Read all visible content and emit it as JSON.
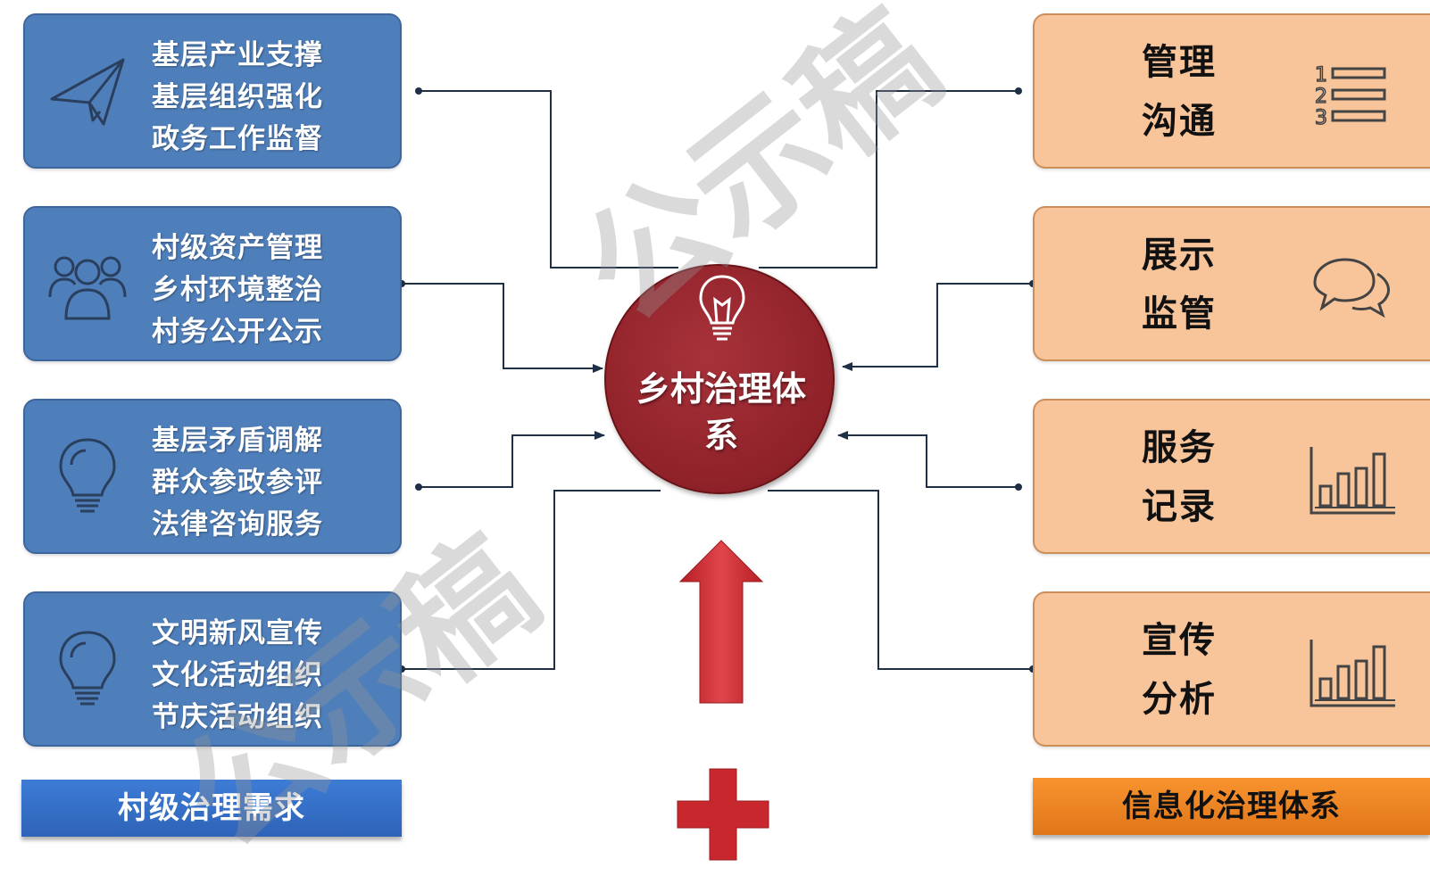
{
  "left_boxes": [
    {
      "icon": "paper-plane-icon",
      "lines": [
        "基层产业支撑",
        "基层组织强化",
        "政务工作监督"
      ]
    },
    {
      "icon": "people-group-icon",
      "lines": [
        "村级资产管理",
        "乡村环境整治",
        "村务公开公示"
      ]
    },
    {
      "icon": "lightbulb-icon",
      "lines": [
        "基层矛盾调解",
        "群众参政参评",
        "法律咨询服务"
      ]
    },
    {
      "icon": "lightbulb-icon",
      "lines": [
        "文明新风宣传",
        "文化活动组织",
        "节庆活动组织"
      ]
    }
  ],
  "right_boxes": [
    {
      "icon": "numbered-list-icon",
      "lines": [
        "管理",
        "沟通"
      ]
    },
    {
      "icon": "speech-bubbles-icon",
      "lines": [
        "展示",
        "监管"
      ]
    },
    {
      "icon": "bar-chart-icon",
      "lines": [
        "服务",
        "记录"
      ]
    },
    {
      "icon": "bar-chart-icon",
      "lines": [
        "宣传",
        "分析"
      ]
    }
  ],
  "center": {
    "title_line1": "乡村治理体",
    "title_line2": "系",
    "icon": "lightbulb-icon",
    "color": "#8f2129"
  },
  "labels": {
    "left": "村级治理需求",
    "right": "信息化治理体系"
  },
  "watermark": "公示稿",
  "colors": {
    "left_box": "#4f7fbb",
    "right_box": "#f8c49a",
    "arrow": "#c6282d"
  }
}
